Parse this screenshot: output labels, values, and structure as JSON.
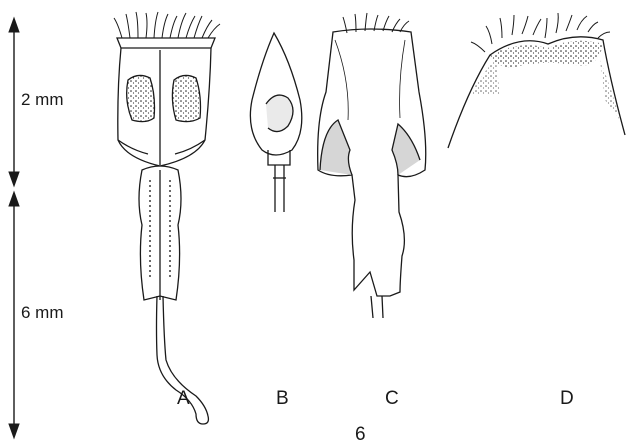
{
  "scale_bars": [
    {
      "label": "2 mm"
    },
    {
      "label": "6 mm"
    }
  ],
  "panels": [
    {
      "letter": "A"
    },
    {
      "letter": "B"
    },
    {
      "letter": "C"
    },
    {
      "letter": "D"
    }
  ],
  "figure_number_fragment": "6",
  "colors": {
    "ink": "#1a1a1a",
    "paper": "#ffffff",
    "shade": "#d6d6d6"
  }
}
